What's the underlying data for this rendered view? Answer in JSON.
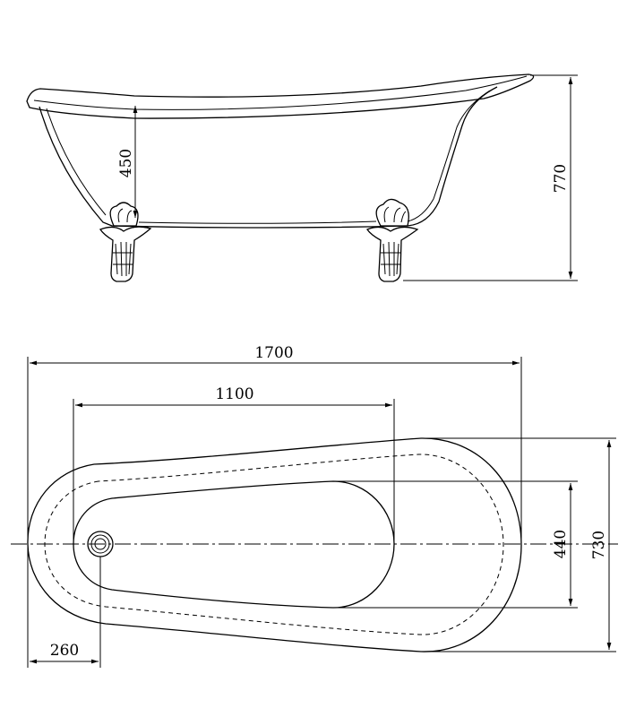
{
  "side_view": {
    "inner_depth_label": "450",
    "total_height_label": "770"
  },
  "top_view": {
    "total_length_label": "1700",
    "inner_length_label": "1100",
    "inner_width_label": "440",
    "total_width_label": "730",
    "drain_offset_label": "260"
  },
  "style": {
    "line_color": "#000000",
    "background": "#ffffff"
  }
}
